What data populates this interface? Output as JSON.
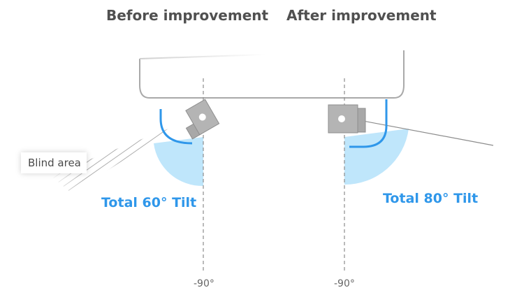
{
  "before": {
    "title": "Before improvement",
    "tilt_label": "Total 60° Tilt",
    "angle_label": "-90°",
    "blind_area_label": "Blind area",
    "tilt_degrees": 60
  },
  "after": {
    "title": "After improvement",
    "tilt_label": "Total 80° Tilt",
    "angle_label": "-90°",
    "tilt_degrees": 80
  },
  "colors": {
    "accent_blue": "#2f97ea",
    "sector_fill": "#bfe6fb",
    "housing_gray": "#a9a9a9",
    "camera_gray": "#b4b4b4",
    "title_text": "#505050"
  },
  "icons": [
    "dome-camera-housing",
    "camera-lens-module"
  ]
}
